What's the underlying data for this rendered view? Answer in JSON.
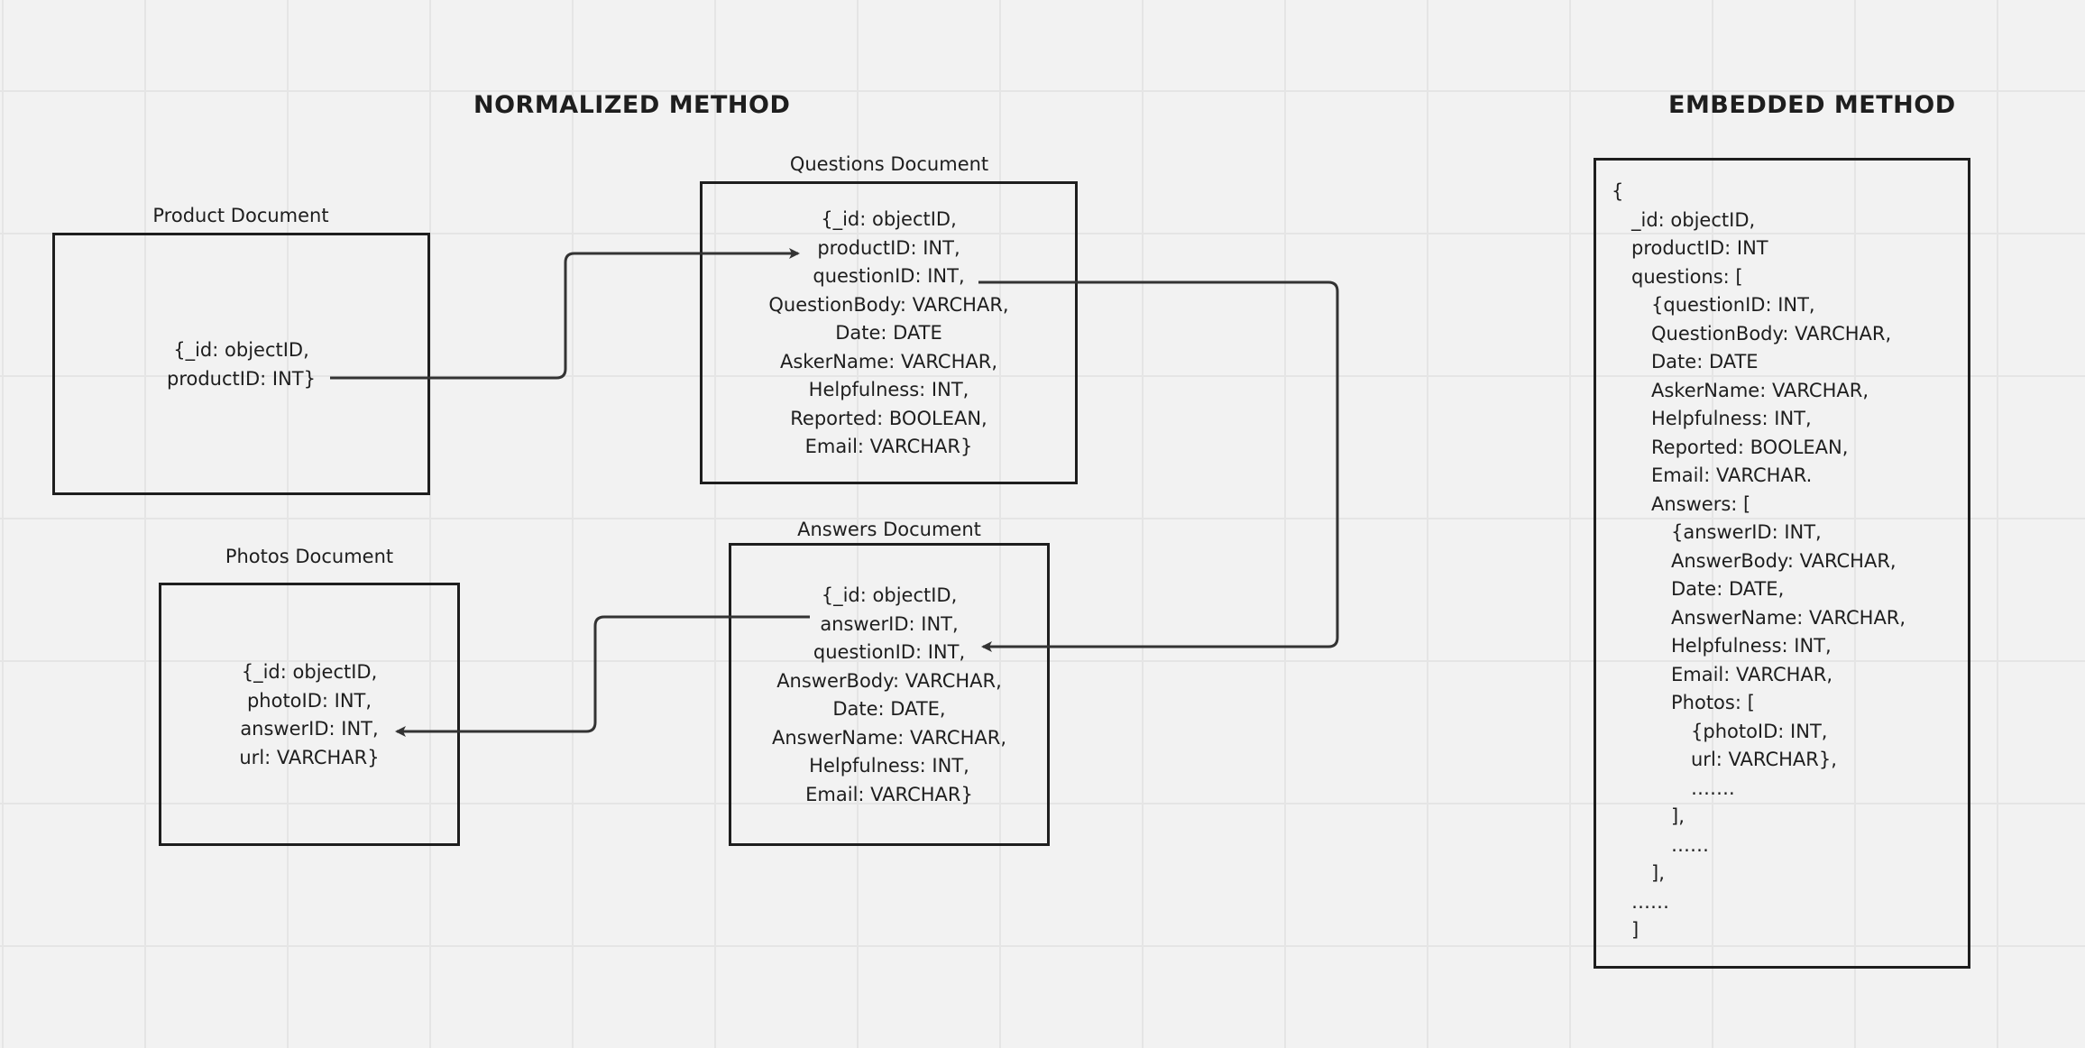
{
  "headings": {
    "normalized": "NORMALIZED METHOD",
    "embedded": "EMBEDDED METHOD"
  },
  "documents": {
    "product": {
      "label": "Product Document",
      "fields": [
        "{_id: objectID,",
        "productID: INT}"
      ]
    },
    "questions": {
      "label": "Questions Document",
      "fields": [
        "{_id: objectID,",
        "productID: INT,",
        "questionID: INT,",
        "QuestionBody: VARCHAR,",
        "Date: DATE",
        "AskerName: VARCHAR,",
        "Helpfulness: INT,",
        "Reported: BOOLEAN,",
        "Email: VARCHAR}"
      ]
    },
    "answers": {
      "label": "Answers Document",
      "fields": [
        "{_id: objectID,",
        "answerID: INT,",
        "questionID: INT,",
        "AnswerBody: VARCHAR,",
        "Date: DATE,",
        "AnswerName: VARCHAR,",
        "Helpfulness: INT,",
        "Email: VARCHAR}"
      ]
    },
    "photos": {
      "label": "Photos Document",
      "fields": [
        "{_id: objectID,",
        "photoID: INT,",
        "answerID: INT,",
        "url: VARCHAR}"
      ]
    }
  },
  "embedded": {
    "lines": [
      {
        "indent": 0,
        "text": "{"
      },
      {
        "indent": 1,
        "text": "_id: objectID,"
      },
      {
        "indent": 1,
        "text": "productID: INT"
      },
      {
        "indent": 1,
        "text": "questions: ["
      },
      {
        "indent": 2,
        "text": "{questionID: INT,"
      },
      {
        "indent": 2,
        "text": "QuestionBody: VARCHAR,"
      },
      {
        "indent": 2,
        "text": "Date: DATE"
      },
      {
        "indent": 2,
        "text": "AskerName: VARCHAR,"
      },
      {
        "indent": 2,
        "text": "Helpfulness: INT,"
      },
      {
        "indent": 2,
        "text": "Reported: BOOLEAN,"
      },
      {
        "indent": 2,
        "text": "Email: VARCHAR."
      },
      {
        "indent": 2,
        "text": "Answers: ["
      },
      {
        "indent": 3,
        "text": "{answerID: INT,"
      },
      {
        "indent": 3,
        "text": "AnswerBody: VARCHAR,"
      },
      {
        "indent": 3,
        "text": "Date: DATE,"
      },
      {
        "indent": 3,
        "text": "AnswerName: VARCHAR,"
      },
      {
        "indent": 3,
        "text": "Helpfulness: INT,"
      },
      {
        "indent": 3,
        "text": "Email: VARCHAR,"
      },
      {
        "indent": 3,
        "text": "Photos: ["
      },
      {
        "indent": 4,
        "text": "{photoID: INT,"
      },
      {
        "indent": 4,
        "text": "url: VARCHAR},"
      },
      {
        "indent": 4,
        "text": "……."
      },
      {
        "indent": 3,
        "text": "],"
      },
      {
        "indent": 3,
        "text": "……"
      },
      {
        "indent": 2,
        "text": "],"
      },
      {
        "indent": 1,
        "text": "……"
      },
      {
        "indent": 1,
        "text": "]"
      }
    ]
  },
  "colors": {
    "background": "#f2f2f2",
    "grid": "#e5e5e5",
    "ink": "#1e1e1e",
    "connector": "#333333"
  }
}
